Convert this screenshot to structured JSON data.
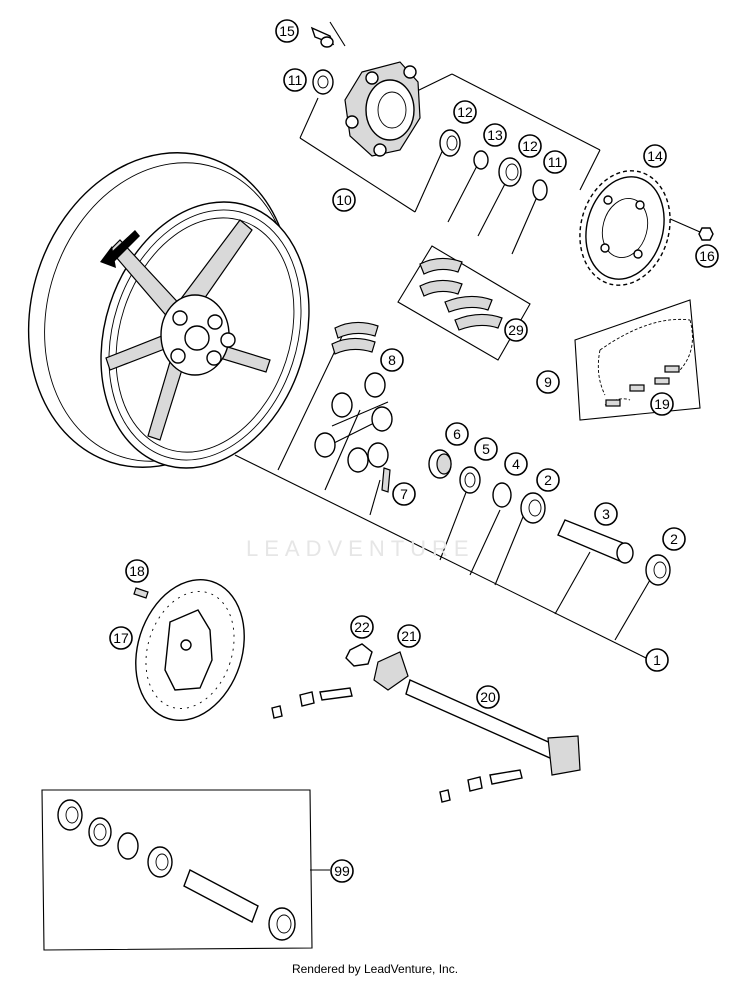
{
  "diagram": {
    "callouts": {
      "c1": "1",
      "c2a": "2",
      "c2b": "2",
      "c3": "3",
      "c4": "4",
      "c5": "5",
      "c6": "6",
      "c7": "7",
      "c8": "8",
      "c9": "9",
      "c10": "10",
      "c11a": "11",
      "c11b": "11",
      "c12a": "12",
      "c12b": "12",
      "c13": "13",
      "c14": "14",
      "c15": "15",
      "c16": "16",
      "c17": "17",
      "c18": "18",
      "c19": "19",
      "c20": "20",
      "c21": "21",
      "c22": "22",
      "c29": "29",
      "c99": "99"
    }
  },
  "watermark": "LEADVENTURE",
  "footer": "Rendered by LeadVenture, Inc."
}
